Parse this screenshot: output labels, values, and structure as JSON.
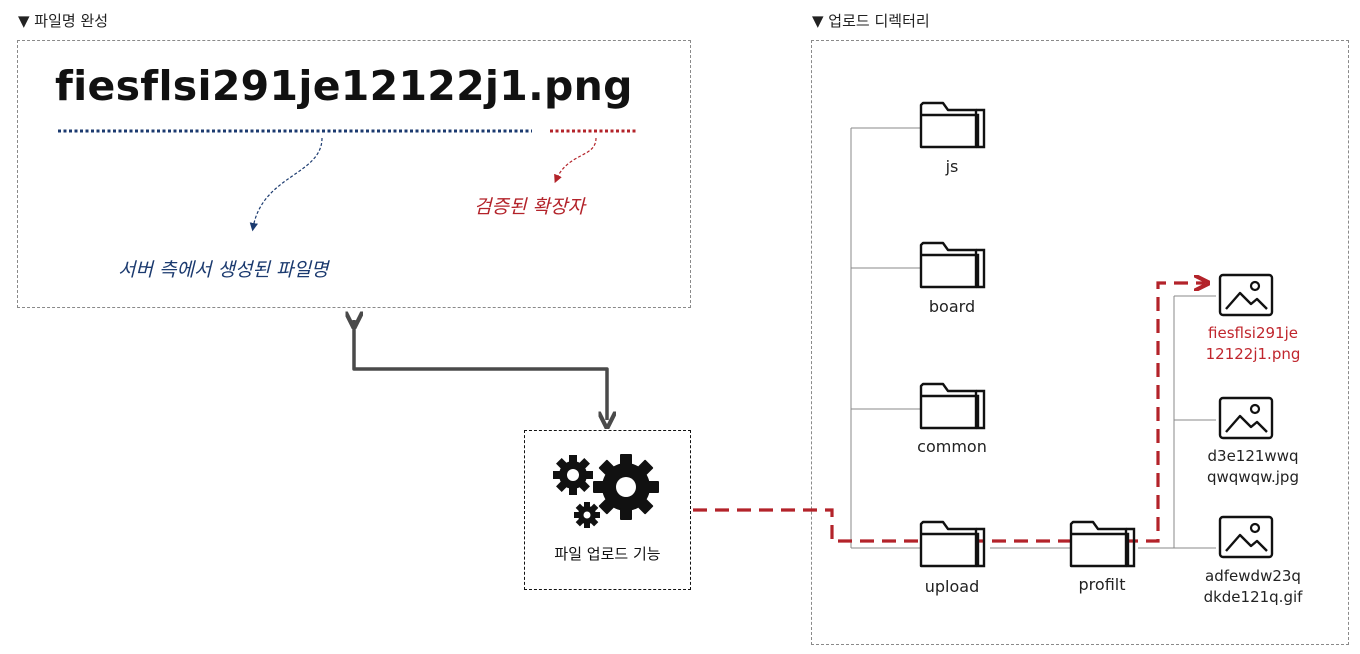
{
  "left_panel": {
    "title": "▼ 파일명 완성",
    "filename": "fiesflsi291je12122j1.png",
    "server_note": "서버 측에서 생성된 파일명",
    "extension_note": "검증된 확장자"
  },
  "feature": {
    "label": "파일 업로드 기능",
    "icon": "gears-icon"
  },
  "right_panel": {
    "title": "▼ 업로드 디렉터리",
    "folders": [
      "js",
      "board",
      "common",
      "upload"
    ],
    "subfolder": "profilt",
    "files": [
      {
        "line1": "fiesflsi291je",
        "line2": "12122j1.png",
        "highlight": true
      },
      {
        "line1": "d3e121wwq",
        "line2": "qwqwqw.jpg",
        "highlight": false
      },
      {
        "line1": "adfewdw23q",
        "line2": "dkde121q.gif",
        "highlight": false
      }
    ]
  },
  "colors": {
    "navy": "#1b3a6f",
    "red": "#b3232a",
    "connector": "#4a4a4a"
  }
}
